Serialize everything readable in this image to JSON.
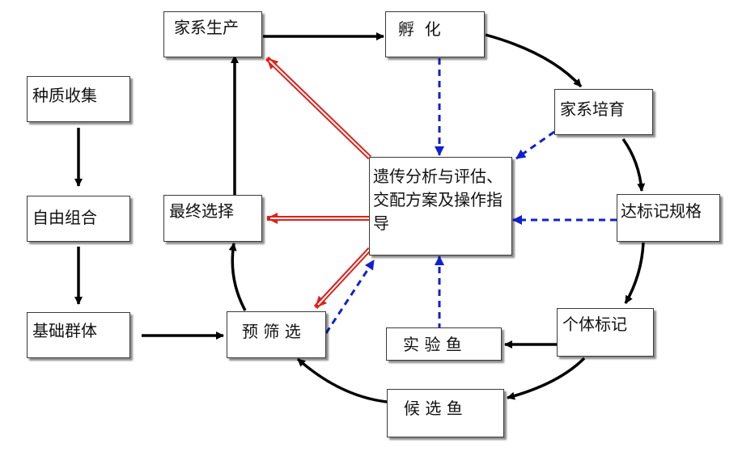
{
  "nodes": {
    "germplasm_collection": "种质收集",
    "free_combination": "自由组合",
    "base_population": "基础群体",
    "family_production": "家系生产",
    "hatching": "孵  化",
    "family_rearing": "家系培育",
    "reach_tagging_size": "达标记规格",
    "individual_tagging": "个体标记",
    "experimental_fish": "实 验 鱼",
    "candidate_fish": "候 选 鱼",
    "pre_screening": "预 筛 选",
    "final_selection": "最终选择",
    "center": "遗传分析与评估、交配方案及操作指导"
  },
  "colors": {
    "flow_arrow": "#000000",
    "guidance_arrow": "#e0201a",
    "data_arrow": "#1020d0"
  }
}
